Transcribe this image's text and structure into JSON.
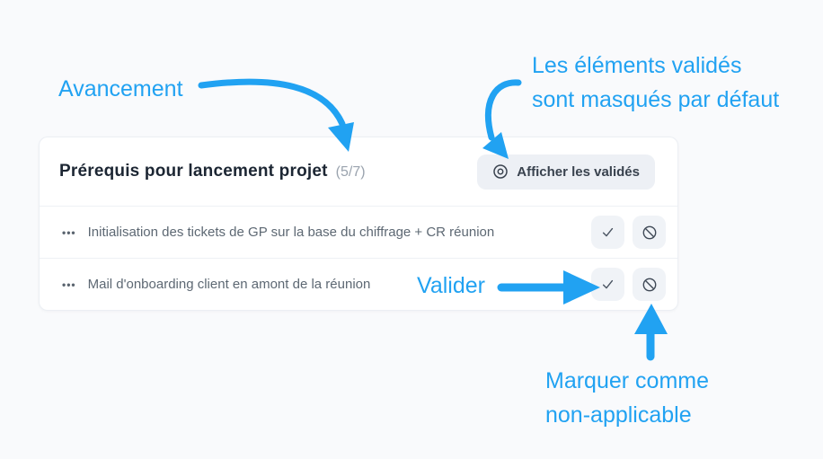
{
  "page": {
    "background": "#f9fafc",
    "accent_blue": "#21a2f2"
  },
  "card": {
    "title": "Prérequis pour lancement projet",
    "progress": "(5/7)",
    "show_validated_label": "Afficher les validés",
    "drag_handle": "•••",
    "tasks": [
      {
        "label": "Initialisation des tickets de GP sur la base du chiffrage + CR réunion"
      },
      {
        "label": "Mail d'onboarding client en amont de la réunion"
      }
    ]
  },
  "icons": {
    "show_validated": "eye-icon",
    "validate": "check-icon",
    "not_applicable": "ban-icon",
    "drag": "dots-handle-icon"
  },
  "annotations": {
    "avancement": "Avancement",
    "hidden_line1": "Les éléments validés",
    "hidden_line2": "sont masqués par défaut",
    "valider": "Valider",
    "na_line1": "Marquer comme",
    "na_line2": "non-applicable"
  }
}
